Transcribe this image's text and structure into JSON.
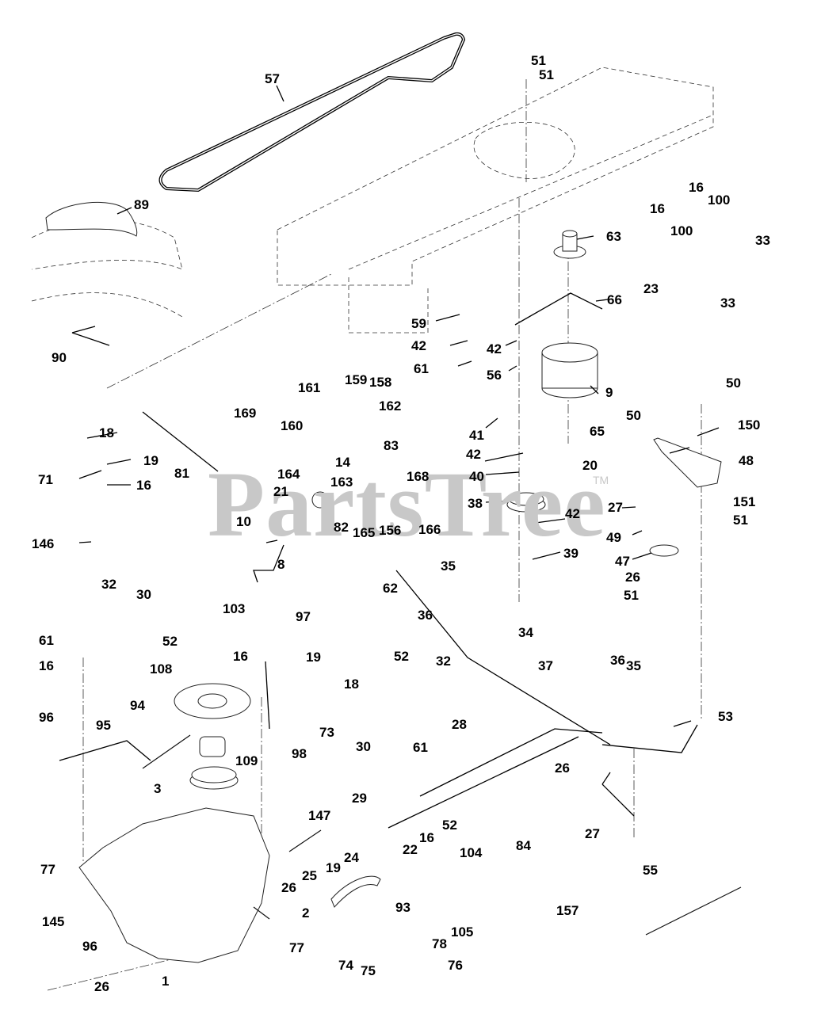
{
  "watermark": {
    "text": "PartsTree",
    "trademark": "TM"
  },
  "callouts": {
    "c57": "57",
    "c51a": "51",
    "c51b": "51",
    "c89": "89",
    "c63": "63",
    "c16a": "16",
    "c16b": "16",
    "c100a": "100",
    "c100b": "100",
    "c33a": "33",
    "c33b": "33",
    "c23": "23",
    "c66": "66",
    "c59": "59",
    "c42a": "42",
    "c42b": "42",
    "c61a": "61",
    "c56": "56",
    "c9": "9",
    "c90": "90",
    "c169": "169",
    "c161": "161",
    "c159": "159",
    "c158": "158",
    "c162": "162",
    "c160": "160",
    "c18a": "18",
    "c19a": "19",
    "c71": "71",
    "c16c": "16",
    "c81": "81",
    "c164": "164",
    "c14": "14",
    "c83": "83",
    "c163": "163",
    "c168": "168",
    "c21": "21",
    "c82": "82",
    "c165": "165",
    "c156": "156",
    "c166": "166",
    "c10": "10",
    "c8": "8",
    "c146": "146",
    "c41": "41",
    "c42c": "42",
    "c65": "65",
    "c20": "20",
    "c40": "40",
    "c38": "38",
    "c42d": "42",
    "c39": "39",
    "c50a": "50",
    "c50b": "50",
    "c150": "150",
    "c48": "48",
    "c27a": "27",
    "c151": "151",
    "c51c": "51",
    "c49": "49",
    "c47": "47",
    "c26a": "26",
    "c51d": "51",
    "c32a": "32",
    "c30a": "30",
    "c61b": "61",
    "c52a": "52",
    "c16d": "16",
    "c103": "103",
    "c108": "108",
    "c97": "97",
    "c16e": "16",
    "c19b": "19",
    "c18b": "18",
    "c94": "94",
    "c73": "73",
    "c98": "98",
    "c96a": "96",
    "c95": "95",
    "c109": "109",
    "c3": "3",
    "c35a": "35",
    "c62": "62",
    "c36a": "36",
    "c34": "34",
    "c52b": "52",
    "c32b": "32",
    "c37": "37",
    "c36b": "36",
    "c35b": "35",
    "c30b": "30",
    "c61c": "61",
    "c28": "28",
    "c53": "53",
    "c26b": "26",
    "c29": "29",
    "c27b": "27",
    "c22": "22",
    "c147": "147",
    "c77a": "77",
    "c25": "25",
    "c19c": "19",
    "c24": "24",
    "c26c": "26",
    "c145": "145",
    "c2": "2",
    "c93": "93",
    "c16f": "16",
    "c52c": "52",
    "c104": "104",
    "c84": "84",
    "c105": "105",
    "c157": "157",
    "c55": "55",
    "c96b": "96",
    "c77b": "77",
    "c78": "78",
    "c74": "74",
    "c75": "75",
    "c76": "76",
    "c26d": "26",
    "c1": "1"
  }
}
